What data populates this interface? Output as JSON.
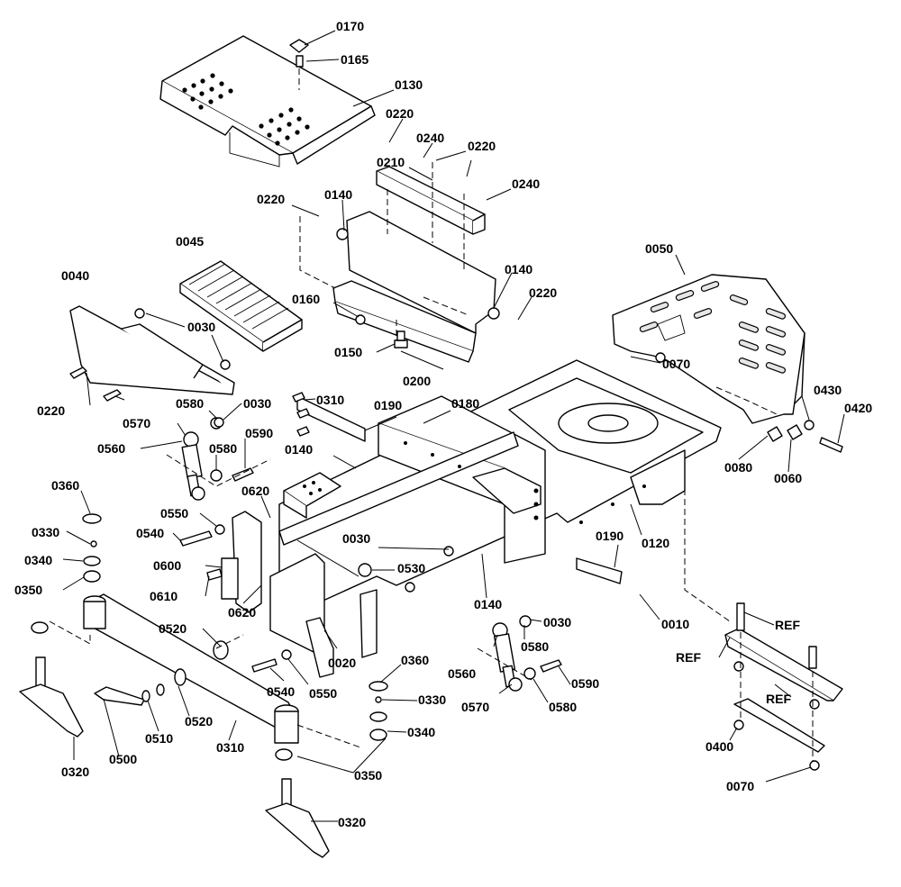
{
  "diagram": {
    "type": "exploded-parts-view",
    "callouts": [
      {
        "id": "c0170",
        "label": "0170"
      },
      {
        "id": "c0165",
        "label": "0165"
      },
      {
        "id": "c0130",
        "label": "0130"
      },
      {
        "id": "c0220a",
        "label": "0220"
      },
      {
        "id": "c0240a",
        "label": "0240"
      },
      {
        "id": "c0220b",
        "label": "0220"
      },
      {
        "id": "c0210",
        "label": "0210"
      },
      {
        "id": "c0240b",
        "label": "0240"
      },
      {
        "id": "c0220c",
        "label": "0220"
      },
      {
        "id": "c0140a",
        "label": "0140"
      },
      {
        "id": "c0045",
        "label": "0045"
      },
      {
        "id": "c0050",
        "label": "0050"
      },
      {
        "id": "c0040",
        "label": "0040"
      },
      {
        "id": "c0140b",
        "label": "0140"
      },
      {
        "id": "c0220d",
        "label": "0220"
      },
      {
        "id": "c0160",
        "label": "0160"
      },
      {
        "id": "c0030a",
        "label": "0030"
      },
      {
        "id": "c0150",
        "label": "0150"
      },
      {
        "id": "c0070a",
        "label": "0070"
      },
      {
        "id": "c0200",
        "label": "0200"
      },
      {
        "id": "c0220e",
        "label": "0220"
      },
      {
        "id": "c0310a",
        "label": "0310"
      },
      {
        "id": "c0430",
        "label": "0430"
      },
      {
        "id": "c0420",
        "label": "0420"
      },
      {
        "id": "c0580a",
        "label": "0580"
      },
      {
        "id": "c0030b",
        "label": "0030"
      },
      {
        "id": "c0190a",
        "label": "0190"
      },
      {
        "id": "c0180",
        "label": "0180"
      },
      {
        "id": "c0570a",
        "label": "0570"
      },
      {
        "id": "c0580b",
        "label": "0580"
      },
      {
        "id": "c0590a",
        "label": "0590"
      },
      {
        "id": "c0560a",
        "label": "0560"
      },
      {
        "id": "c0140c",
        "label": "0140"
      },
      {
        "id": "c0080",
        "label": "0080"
      },
      {
        "id": "c0060",
        "label": "0060"
      },
      {
        "id": "c0360a",
        "label": "0360"
      },
      {
        "id": "c0620a",
        "label": "0620"
      },
      {
        "id": "c0330a",
        "label": "0330"
      },
      {
        "id": "c0550a",
        "label": "0550"
      },
      {
        "id": "c0540a",
        "label": "0540"
      },
      {
        "id": "c0030c",
        "label": "0030"
      },
      {
        "id": "c0120",
        "label": "0120"
      },
      {
        "id": "c0190b",
        "label": "0190"
      },
      {
        "id": "c0340a",
        "label": "0340"
      },
      {
        "id": "c0600",
        "label": "0600"
      },
      {
        "id": "c0530",
        "label": "0530"
      },
      {
        "id": "c0350a",
        "label": "0350"
      },
      {
        "id": "c0610",
        "label": "0610"
      },
      {
        "id": "c0140d",
        "label": "0140"
      },
      {
        "id": "c0620b",
        "label": "0620"
      },
      {
        "id": "c0030d",
        "label": "0030"
      },
      {
        "id": "c0010",
        "label": "0010"
      },
      {
        "id": "c0520a",
        "label": "0520"
      },
      {
        "id": "c0580c",
        "label": "0580"
      },
      {
        "id": "c0refa",
        "label": "REF"
      },
      {
        "id": "c0refb",
        "label": "REF"
      },
      {
        "id": "c0020",
        "label": "0020"
      },
      {
        "id": "c0360b",
        "label": "0360"
      },
      {
        "id": "c0560b",
        "label": "0560"
      },
      {
        "id": "c0590b",
        "label": "0590"
      },
      {
        "id": "c0540b",
        "label": "0540"
      },
      {
        "id": "c0550b",
        "label": "0550"
      },
      {
        "id": "c0330b",
        "label": "0330"
      },
      {
        "id": "c0570b",
        "label": "0570"
      },
      {
        "id": "c0580d",
        "label": "0580"
      },
      {
        "id": "c0refc",
        "label": "REF"
      },
      {
        "id": "c0520b",
        "label": "0520"
      },
      {
        "id": "c0340b",
        "label": "0340"
      },
      {
        "id": "c0400",
        "label": "0400"
      },
      {
        "id": "c0510",
        "label": "0510"
      },
      {
        "id": "c0310b",
        "label": "0310"
      },
      {
        "id": "c0500",
        "label": "0500"
      },
      {
        "id": "c0320a",
        "label": "0320"
      },
      {
        "id": "c0350b",
        "label": "0350"
      },
      {
        "id": "c0070b",
        "label": "0070"
      },
      {
        "id": "c0320b",
        "label": "0320"
      }
    ]
  }
}
